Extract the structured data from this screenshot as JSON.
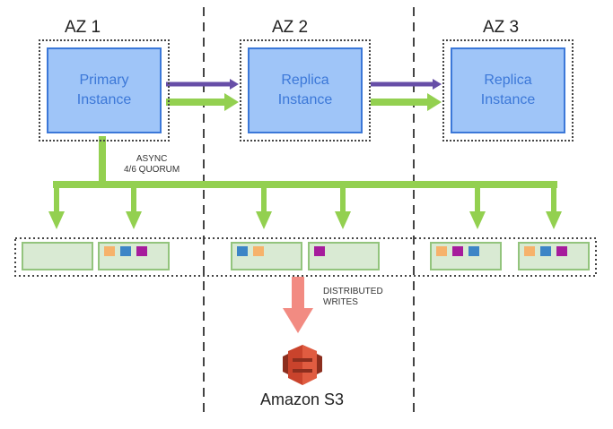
{
  "availability_zones": [
    {
      "label": "AZ 1",
      "instance": "Primary\nInstance"
    },
    {
      "label": "AZ 2",
      "instance": "Replica\nInstance"
    },
    {
      "label": "AZ 3",
      "instance": "Replica\nInstance"
    }
  ],
  "quorum_label": "ASYNC\n4/6 QUORUM",
  "writes_label": "DISTRIBUTED\nWRITES",
  "s3_label": "Amazon S3",
  "colors": {
    "instance_fill": "#9fc5f8",
    "instance_border": "#3c78d8",
    "replication_arrow": "#674ea7",
    "green_arrow": "#93d050",
    "storage_fill": "#d9ead3",
    "storage_border": "#93c47d",
    "write_arrow": "#f28b82",
    "s3_red": "#c9432c",
    "block_orange": "#f6b26b",
    "block_blue": "#3d85c6",
    "block_magenta": "#a61c9c"
  },
  "storage_nodes": [
    {
      "blocks": []
    },
    {
      "blocks": [
        "orange",
        "blue",
        "magenta"
      ]
    },
    {
      "blocks": [
        "blue",
        "orange"
      ]
    },
    {
      "blocks": [
        "magenta"
      ]
    },
    {
      "blocks": [
        "orange",
        "magenta",
        "blue"
      ]
    },
    {
      "blocks": [
        "orange",
        "blue",
        "magenta"
      ]
    }
  ]
}
